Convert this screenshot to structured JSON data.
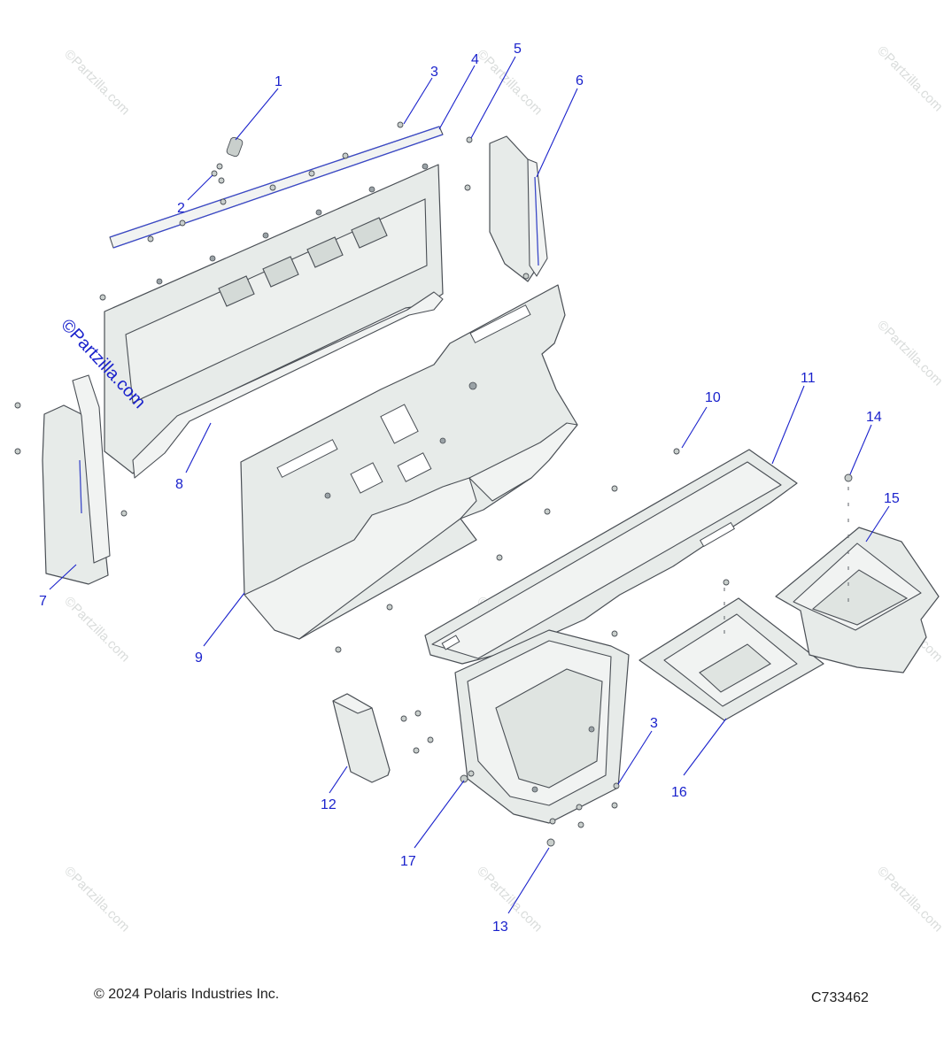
{
  "callouts": [
    {
      "id": "1",
      "text": "1"
    },
    {
      "id": "2",
      "text": "2"
    },
    {
      "id": "3a",
      "text": "3"
    },
    {
      "id": "4",
      "text": "4"
    },
    {
      "id": "5",
      "text": "5"
    },
    {
      "id": "6",
      "text": "6"
    },
    {
      "id": "7",
      "text": "7"
    },
    {
      "id": "8",
      "text": "8"
    },
    {
      "id": "9",
      "text": "9"
    },
    {
      "id": "10",
      "text": "10"
    },
    {
      "id": "11",
      "text": "11"
    },
    {
      "id": "12",
      "text": "12"
    },
    {
      "id": "13",
      "text": "13"
    },
    {
      "id": "14",
      "text": "14"
    },
    {
      "id": "15",
      "text": "15"
    },
    {
      "id": "16",
      "text": "16"
    },
    {
      "id": "17",
      "text": "17"
    },
    {
      "id": "3b",
      "text": "3"
    }
  ],
  "watermark": {
    "main": "©Partzilla.com",
    "faded": "©Partzilla.com"
  },
  "footer": {
    "copyright": "© 2024 Polaris Industries Inc.",
    "drawing_number": "C733462"
  },
  "colors": {
    "callout": "#1a22cc",
    "part_fill": "#e7ebe9",
    "outline": "#4a4f55"
  }
}
